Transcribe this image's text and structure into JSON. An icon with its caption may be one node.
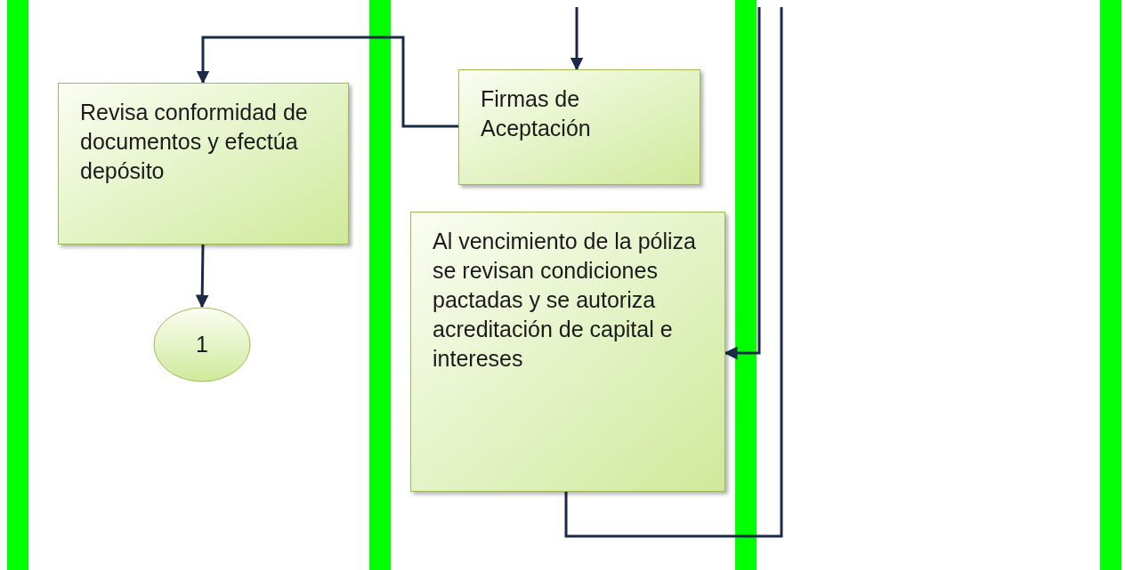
{
  "diagram": {
    "nodes": [
      {
        "text": [
          "Revisa conformidad de documentos y efectúa depósito"
        ]
      },
      {
        "text": [
          "1"
        ]
      },
      {
        "text": [
          "Firmas de Aceptación"
        ]
      },
      {
        "text": [
          "Al vencimiento de la póliza se revisan condiciones pactadas y se autoriza acreditación de capital e intereses"
        ]
      }
    ],
    "edges": [
      {
        "from": null,
        "to": 2,
        "arrow": "to"
      },
      {
        "from": 2,
        "to": 0,
        "arrow": "to"
      },
      {
        "from": 0,
        "to": 1,
        "arrow": "to"
      },
      {
        "from": null,
        "to": 3,
        "arrow": "to"
      },
      {
        "from": 3,
        "to": null,
        "arrow": "none"
      }
    ]
  }
}
